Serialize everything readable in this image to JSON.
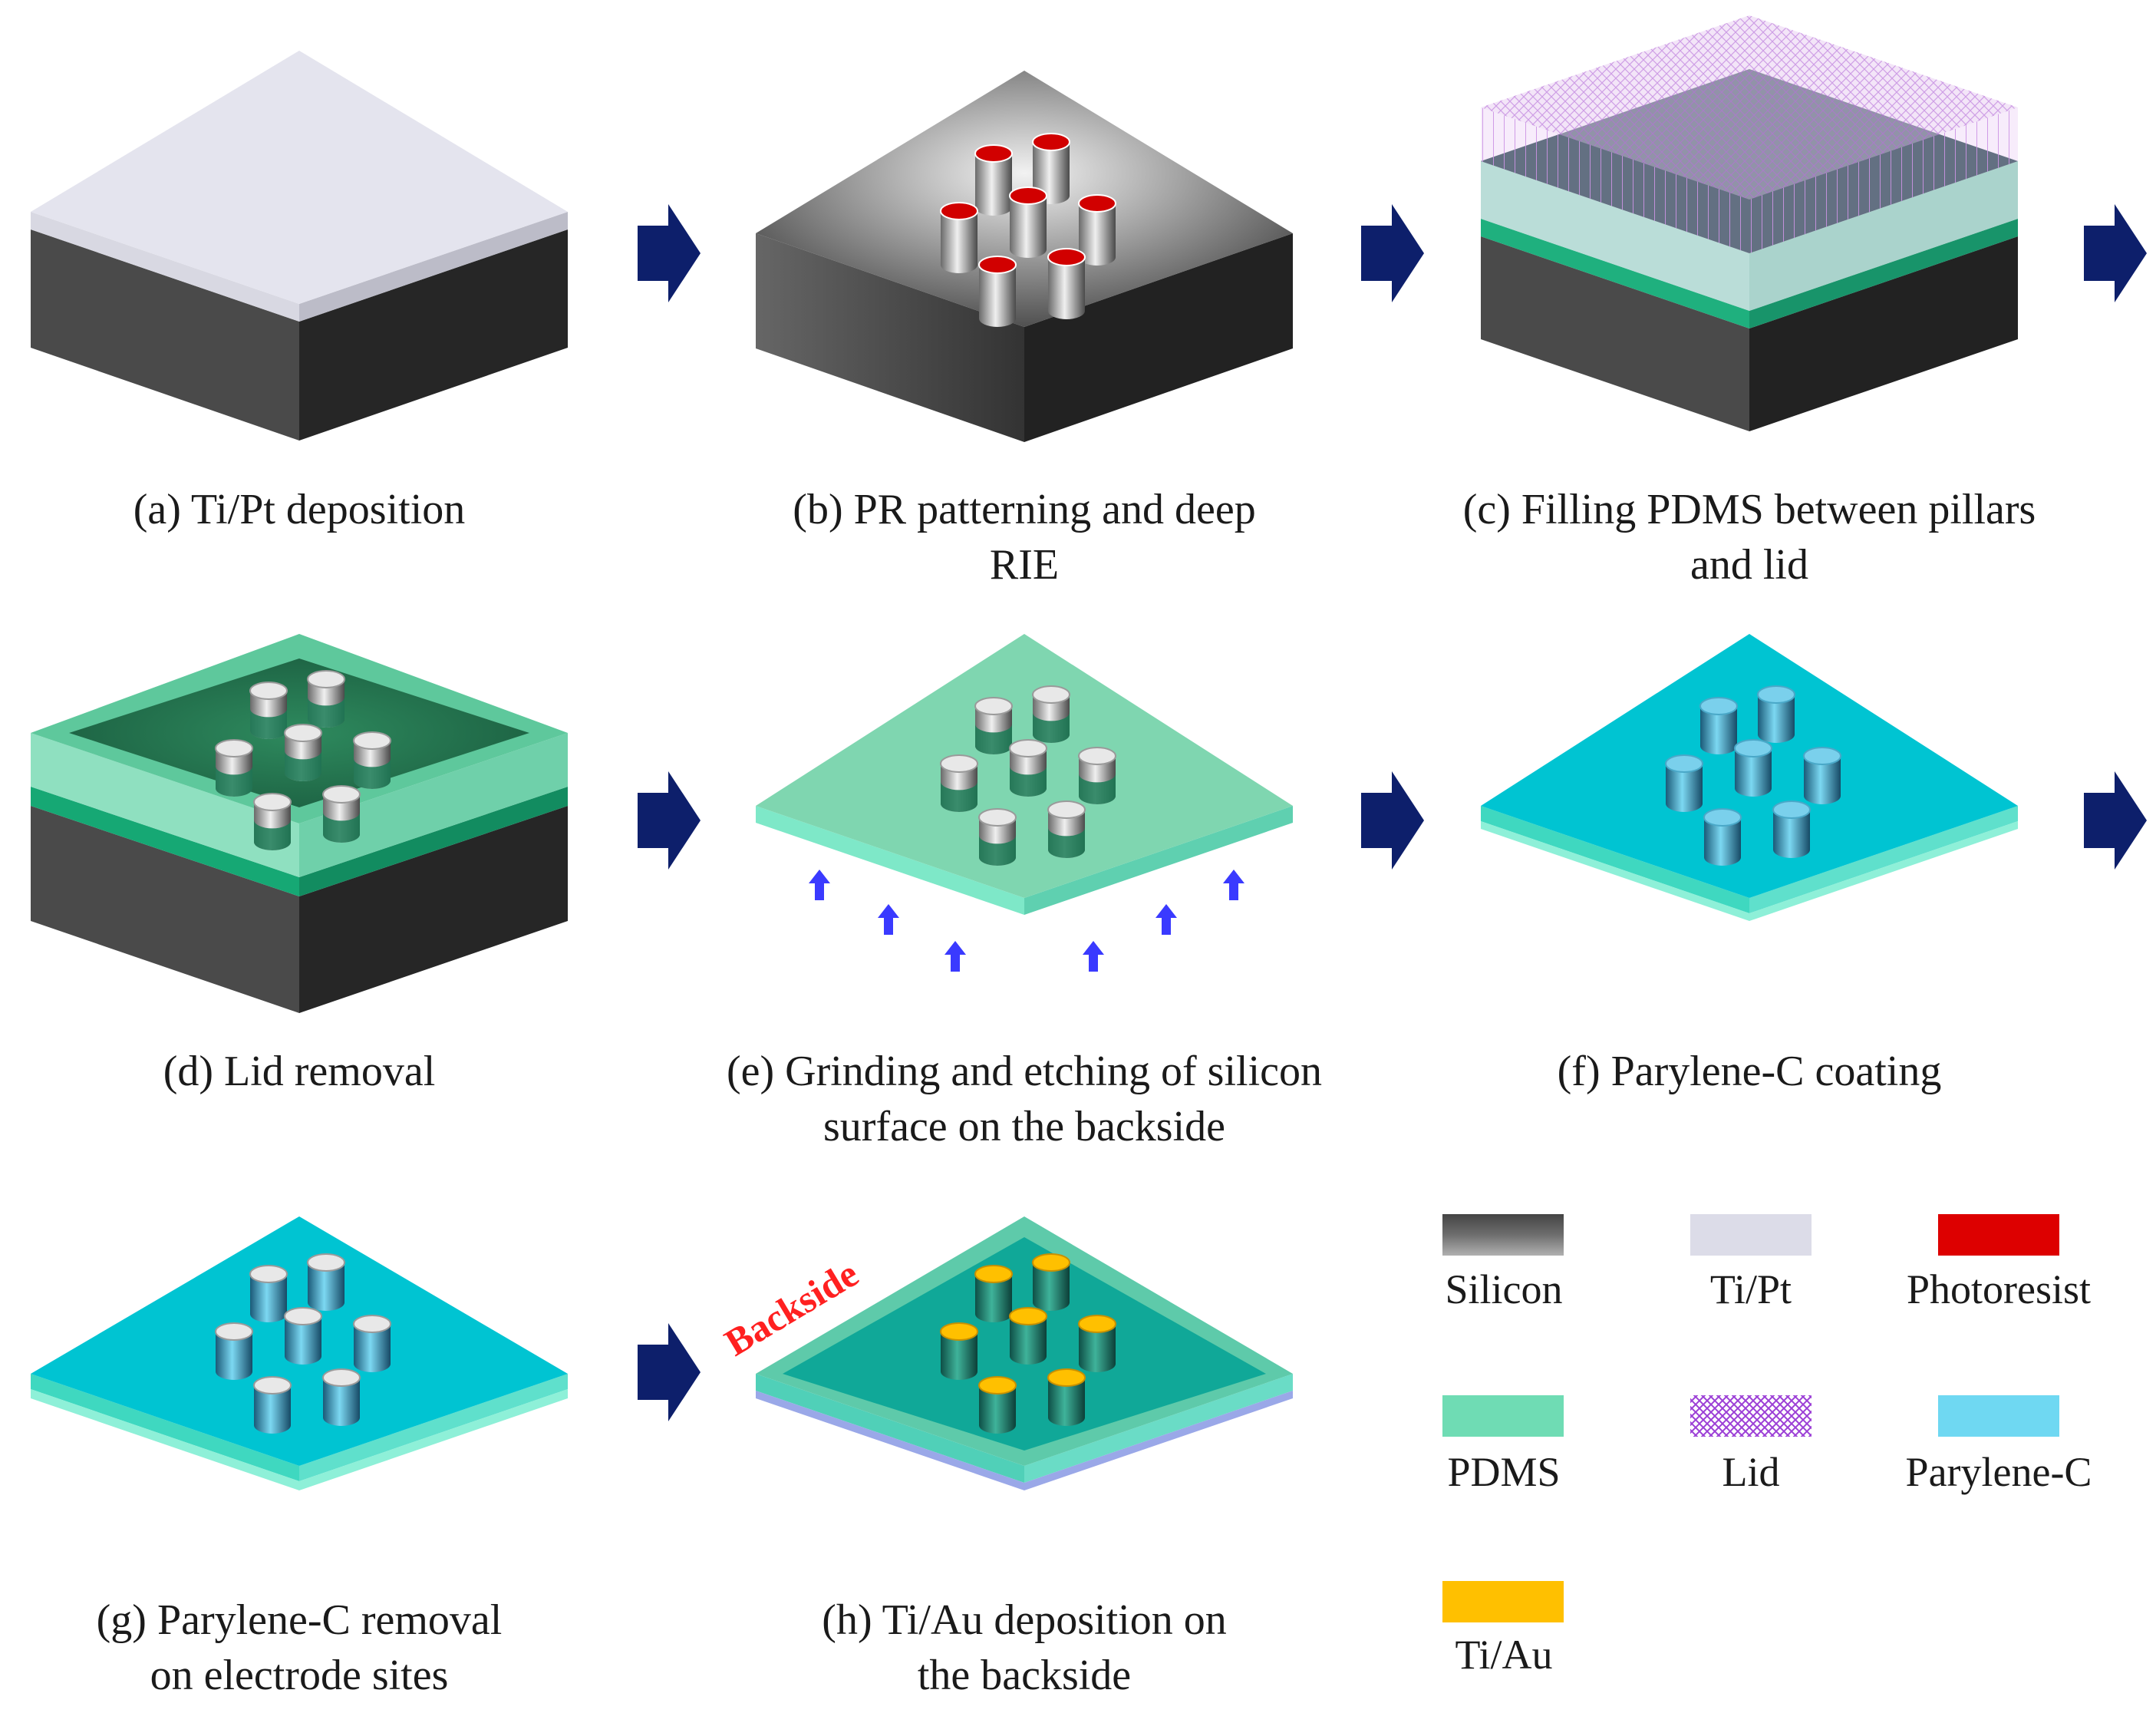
{
  "steps": [
    {
      "caption": "(a) Ti/Pt deposition"
    },
    {
      "caption": "(b) PR patterning and deep\nRIE"
    },
    {
      "caption": "(c) Filling PDMS between pillars\nand lid"
    },
    {
      "caption": "(d) Lid removal"
    },
    {
      "caption": "(e) Grinding and etching of silicon\nsurface on the backside"
    },
    {
      "caption": "(f) Parylene-C coating"
    },
    {
      "caption": "(g) Parylene-C removal\non electrode sites"
    },
    {
      "caption": "(h) Ti/Au deposition on\nthe backside"
    }
  ],
  "backside_label": "Backside",
  "legend": [
    {
      "label": "Silicon",
      "color": "#5a5a5a"
    },
    {
      "label": "Ti/Pt",
      "color": "#dcdce8"
    },
    {
      "label": "Photoresist",
      "color": "#dd0000"
    },
    {
      "label": "PDMS",
      "color": "#6fdcb4"
    },
    {
      "label": "Lid",
      "color": "#9c3fd6"
    },
    {
      "label": "Parylene-C",
      "color": "#6fd8f2"
    },
    {
      "label": "Ti/Au",
      "color": "#ffc000"
    }
  ],
  "colors": {
    "arrow": "#0d1f6b",
    "silicon_top": "#7a7a7a",
    "silicon_side": "#3a3a3a",
    "pdms_top": "#7fd6b0",
    "pdms_dark": "#1f8a5e",
    "parylene_top": "#00c8d4",
    "grind_arrow": "#3a3aff"
  }
}
